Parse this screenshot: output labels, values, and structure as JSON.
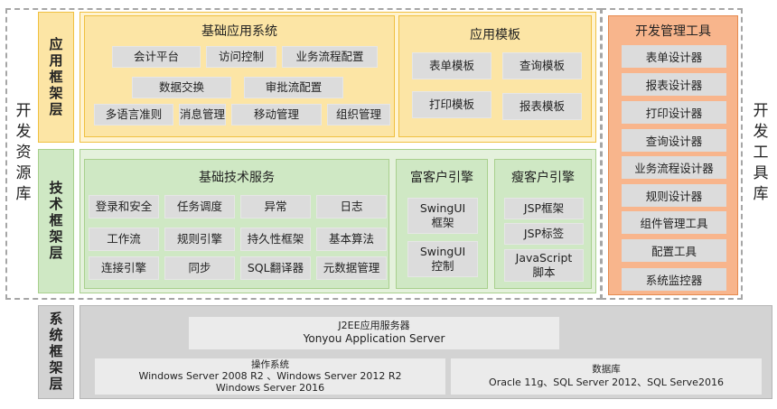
{
  "side_labels": {
    "left": "开发资源库",
    "right": "开发工具库"
  },
  "layers": {
    "app": "应用框架层",
    "tech": "技术框架层",
    "system": "系统框架层"
  },
  "app_basic": {
    "title": "基础应用系统",
    "items": [
      "会计平台",
      "访问控制",
      "业务流程配置",
      "数据交换",
      "审批流配置",
      "多语言准则",
      "消息管理",
      "移动管理",
      "组织管理"
    ]
  },
  "app_template": {
    "title": "应用模板",
    "items": [
      "表单模板",
      "查询模板",
      "打印模板",
      "报表模板"
    ]
  },
  "tech_basic": {
    "title": "基础技术服务",
    "items": [
      "登录和安全",
      "任务调度",
      "异常",
      "日志",
      "工作流",
      "规则引擎",
      "持久性框架",
      "基本算法",
      "连接引擎",
      "同步",
      "SQL翻译器",
      "元数据管理"
    ]
  },
  "rich_client": {
    "title": "富客户引擎",
    "items": [
      "SwingUI\n框架",
      "SwingUI\n控制"
    ]
  },
  "thin_client": {
    "title": "瘦客户引擎",
    "items": [
      "JSP框架",
      "JSP标签",
      "JavaScript\n脚本"
    ]
  },
  "dev_tools": {
    "title": "开发管理工具",
    "items": [
      "表单设计器",
      "报表设计器",
      "打印设计器",
      "查询设计器",
      "业务流程设计器",
      "规则设计器",
      "组件管理工具",
      "配置工具",
      "系统监控器"
    ]
  },
  "system": {
    "app_server": {
      "line1": "J2EE应用服务器",
      "line2": "Yonyou  Application Server"
    },
    "os": {
      "line1": "操作系统",
      "line2": "Windows Server 2008 R2 、Windows Server 2012 R2",
      "line3": "Windows Server 2016"
    },
    "db": {
      "line1": "数据库",
      "line2": "Oracle 11g、SQL Server 2012、SQL Serve2016"
    }
  },
  "colors": {
    "app": "#fce5a5",
    "tech": "#cfe8c4",
    "tools": "#f8b58c",
    "system": "#d3d3d3",
    "box": "#dcdcdc"
  }
}
